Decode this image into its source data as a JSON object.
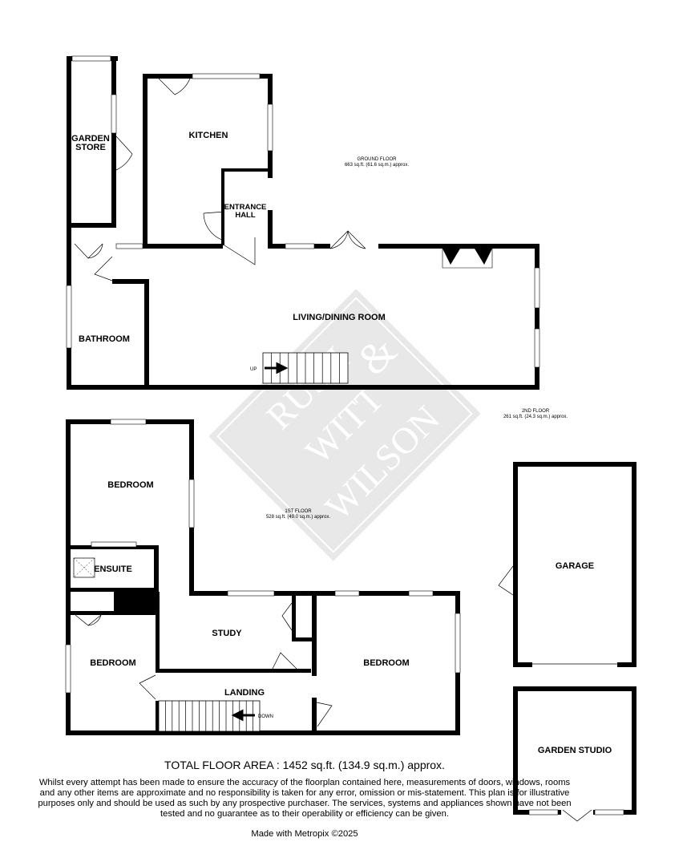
{
  "floors": {
    "ground": {
      "name": "GROUND FLOOR",
      "area": "663 sq.ft. (61.6 sq.m.) approx."
    },
    "first": {
      "name": "1ST FLOOR",
      "area": "528 sq.ft. (49.0 sq.m.) approx."
    },
    "second": {
      "name": "2ND FLOOR",
      "area": "261 sq.ft. (24.3 sq.m.) approx."
    }
  },
  "rooms": {
    "garden_store_1": "GARDEN",
    "garden_store_2": "STORE",
    "kitchen": "KITCHEN",
    "entrance_hall_1": "ENTRANCE",
    "entrance_hall_2": "HALL",
    "bathroom": "BATHROOM",
    "living_dining": "LIVING/DINING ROOM",
    "bedroom_top": "BEDROOM",
    "ensuite": "ENSUITE",
    "bedroom_left": "BEDROOM",
    "study": "STUDY",
    "landing": "LANDING",
    "bedroom_right": "BEDROOM",
    "garage": "GARAGE",
    "garden_studio": "GARDEN STUDIO"
  },
  "stairs": {
    "up": "UP",
    "down": "DOWN"
  },
  "watermark": {
    "line1": "RUSH",
    "line2": "WITT",
    "line3": "WILSON",
    "ampersand": "&"
  },
  "footer": {
    "total": "TOTAL FLOOR AREA : 1452 sq.ft. (134.9 sq.m.) approx.",
    "disclaimer": "Whilst every attempt has been made to ensure the accuracy of the floorplan contained here, measurements of doors, windows, rooms and any other items are approximate and no responsibility is taken for any error, omission or mis-statement. This plan is for illustrative purposes only and should be used as such by any prospective purchaser. The services, systems and appliances shown have not been tested and no guarantee as to their operability or efficiency can be given.",
    "made_with": "Made with Metropix ©2025"
  }
}
